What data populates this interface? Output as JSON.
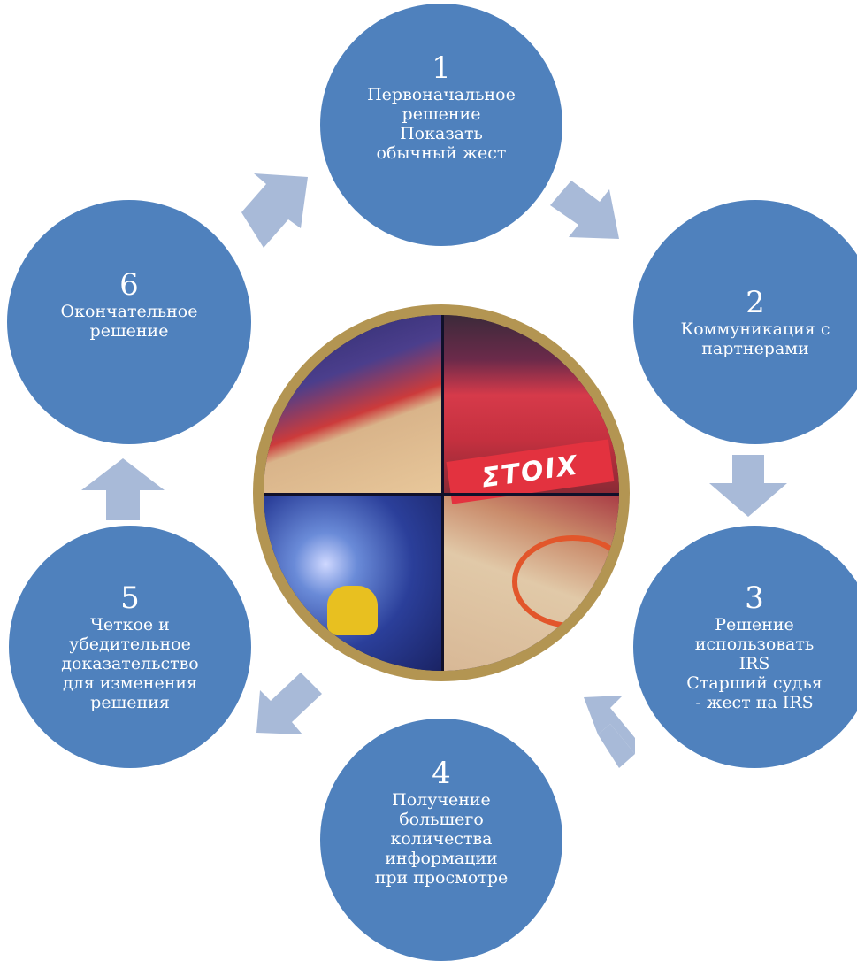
{
  "steps": [
    {
      "number": "1",
      "label": "Первоначальное\nрешение\nПоказать\nобычный жест"
    },
    {
      "number": "2",
      "label": "Коммуникация с\nпартнерами"
    },
    {
      "number": "3",
      "label": "Решение\nиспользовать\nIRS\nСтарший судья\n- жест на IRS"
    },
    {
      "number": "4",
      "label": "Получение\nбольшего\nколичества\nинформации\nпри просмотре"
    },
    {
      "number": "5",
      "label": "Четкое и\nубедительное\nдоказательство\nдля изменения\nрешения"
    },
    {
      "number": "6",
      "label": "Окончательное\nрешение"
    }
  ],
  "center_image": {
    "sign_text": "ΣΤΟΙΧ"
  },
  "colors": {
    "node": "#4f81bd",
    "arrow": "#a8bad8",
    "ring": "#b39552"
  }
}
